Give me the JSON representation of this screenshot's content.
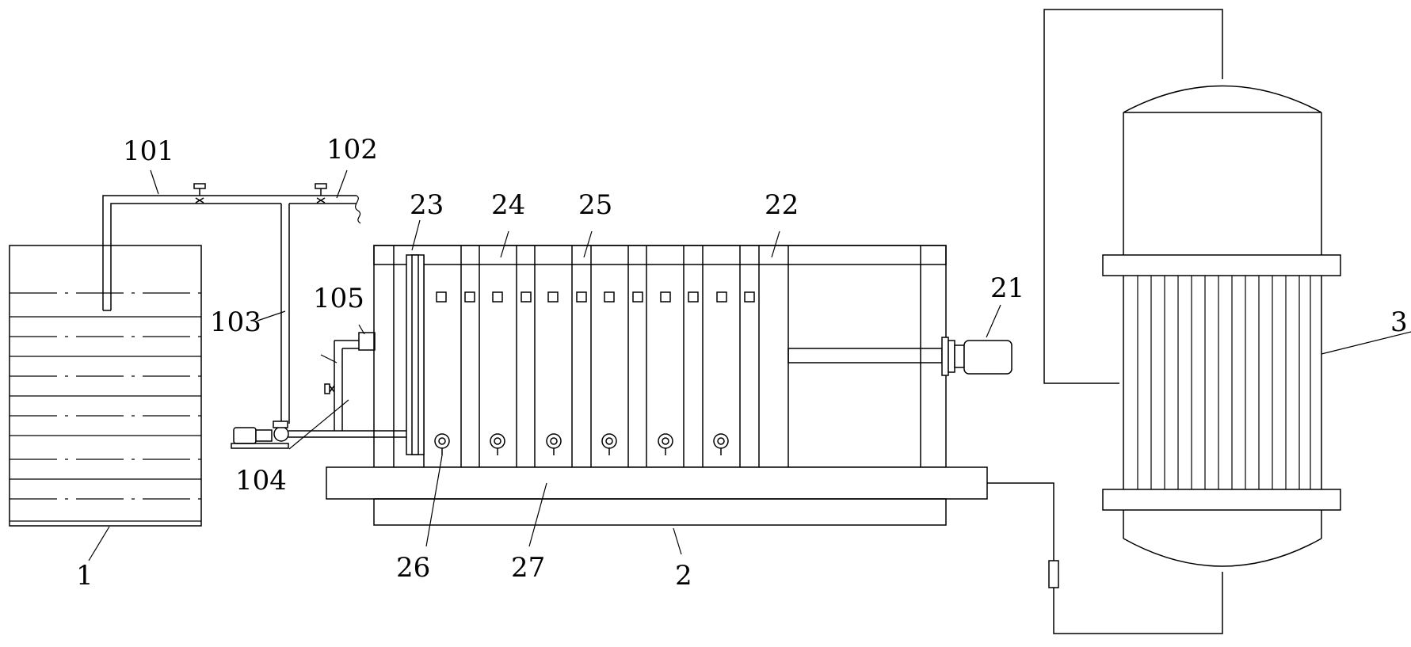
{
  "labels": {
    "tank": "1",
    "filter_press": "2",
    "tower": "3",
    "motor": "21",
    "plate_22": "22",
    "plate_23": "23",
    "plate_24": "24",
    "plate_25": "25",
    "outlet_valve": "26",
    "collecting_tray": "27",
    "pipe_101": "101",
    "pipe_102": "102",
    "pipe_103": "103",
    "pump_104": "104",
    "box_105": "105"
  }
}
